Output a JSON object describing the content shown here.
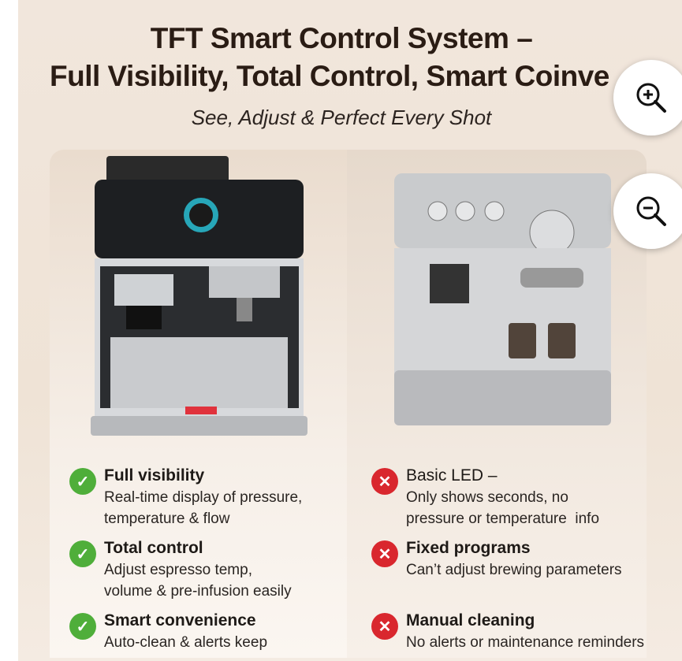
{
  "title_line1": "TFT Smart Control System –",
  "title_line2": "Full Visibility, Total Control, Smart Coinve",
  "subtitle": "See, Adjust & Perfect Every Shot",
  "left_features": [
    {
      "heading": "Full visibility",
      "desc": "Real-time display of pressure,\ntemperature & flow",
      "icon": "check-icon"
    },
    {
      "heading": "Total control",
      "desc": "Adjust espresso temp,\nvolume & pre-infusion easily",
      "icon": "check-icon"
    },
    {
      "heading": "Smart convenience",
      "desc": "Auto-clean & alerts keep",
      "icon": "check-icon"
    }
  ],
  "right_features": [
    {
      "heading": "Basic LED –",
      "desc": "Only shows seconds, no\npressure or temperature  info",
      "icon": "x-icon"
    },
    {
      "heading": "Fixed programs",
      "desc": "Can’t adjust brewing parameters",
      "icon": "x-icon"
    },
    {
      "heading": "Manual cleaning",
      "desc": "No alerts or maintenance reminders",
      "icon": "x-icon"
    }
  ],
  "colors": {
    "check": "#4fae3a",
    "cross": "#d9272e",
    "title": "#2a1c14"
  }
}
